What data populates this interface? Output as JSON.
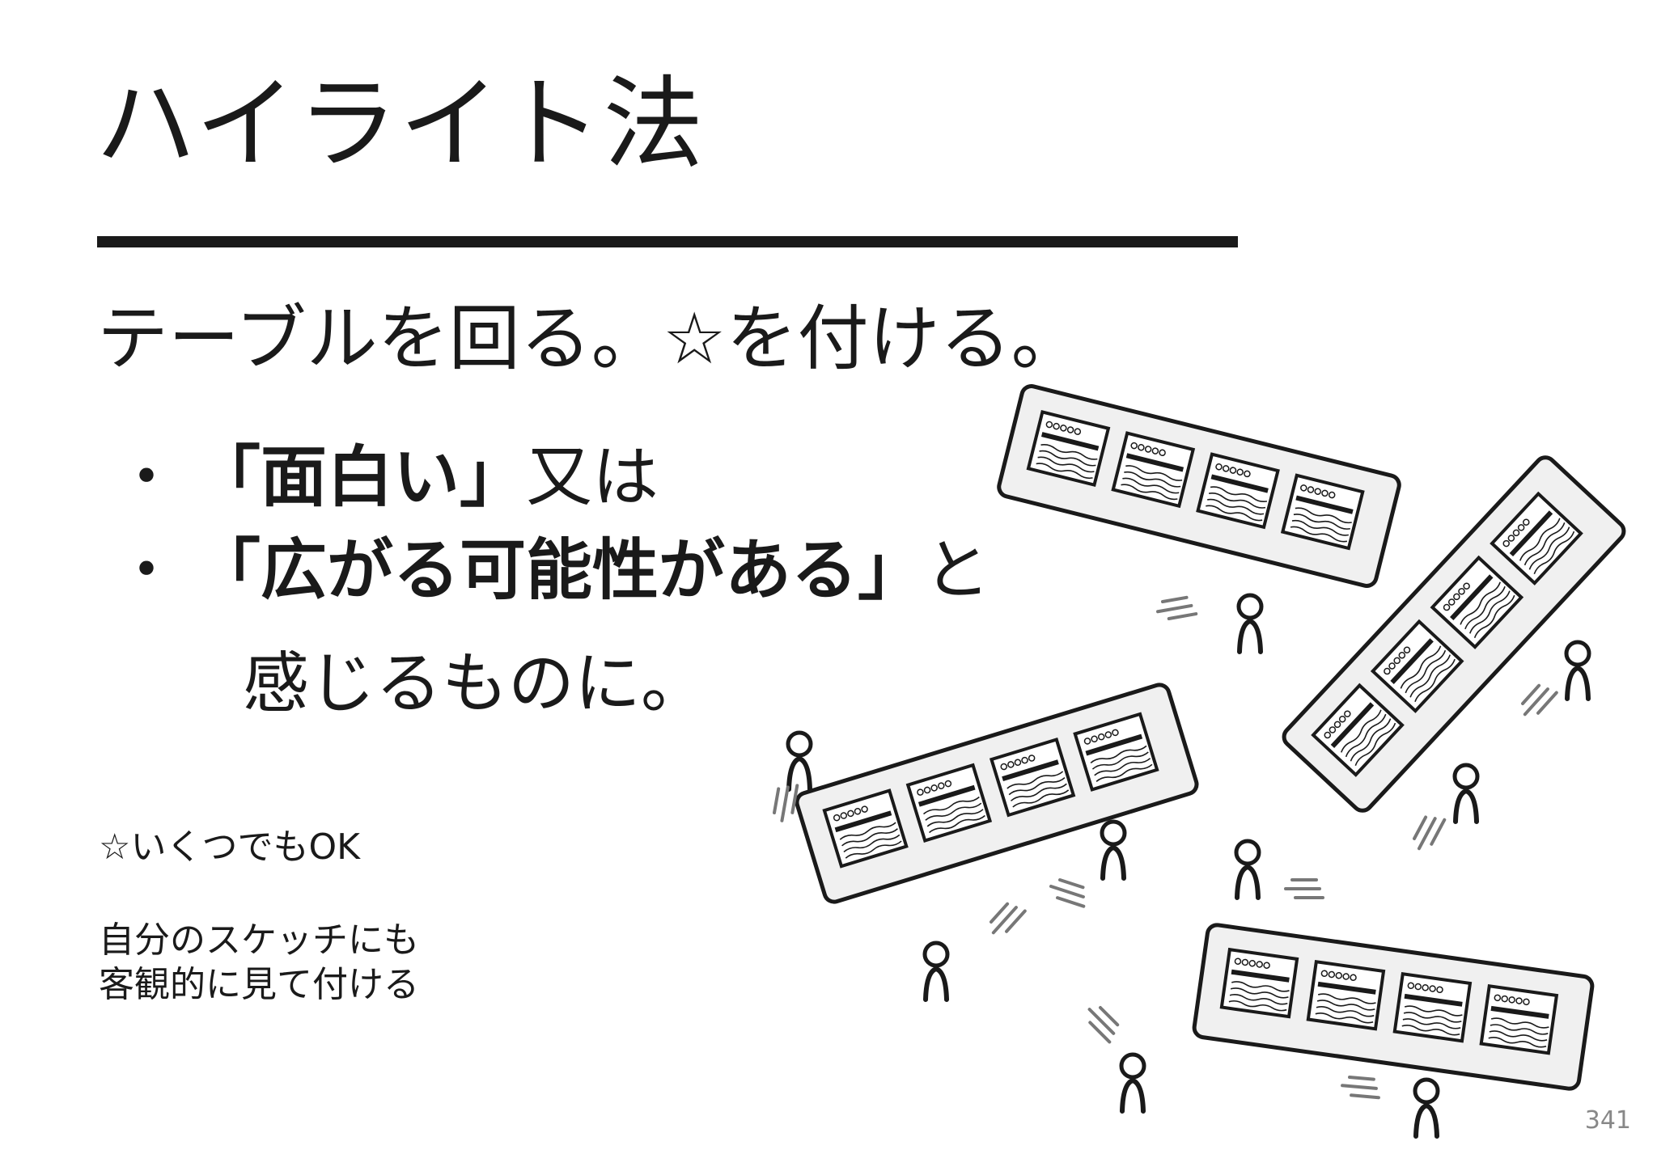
{
  "slide": {
    "title": "ハイライト法",
    "lead": "テーブルを回る。☆を付ける。",
    "bullets": [
      {
        "marker": "・",
        "emphasis": "「面白い」",
        "rest": "又は"
      },
      {
        "marker": "・",
        "emphasis": "「広がる可能性がある」",
        "rest": "と"
      }
    ],
    "continuation": "感じるものに。",
    "note_star": "☆いくつでもOK",
    "note_sketch_line1": "自分のスケッチにも",
    "note_sketch_line2": "客観的に見て付ける",
    "page_number": "341"
  },
  "colors": {
    "text": "#1a1a1a",
    "table_fill": "#f0f0f0",
    "motion_lines": "#777777",
    "page_number": "#888888"
  }
}
